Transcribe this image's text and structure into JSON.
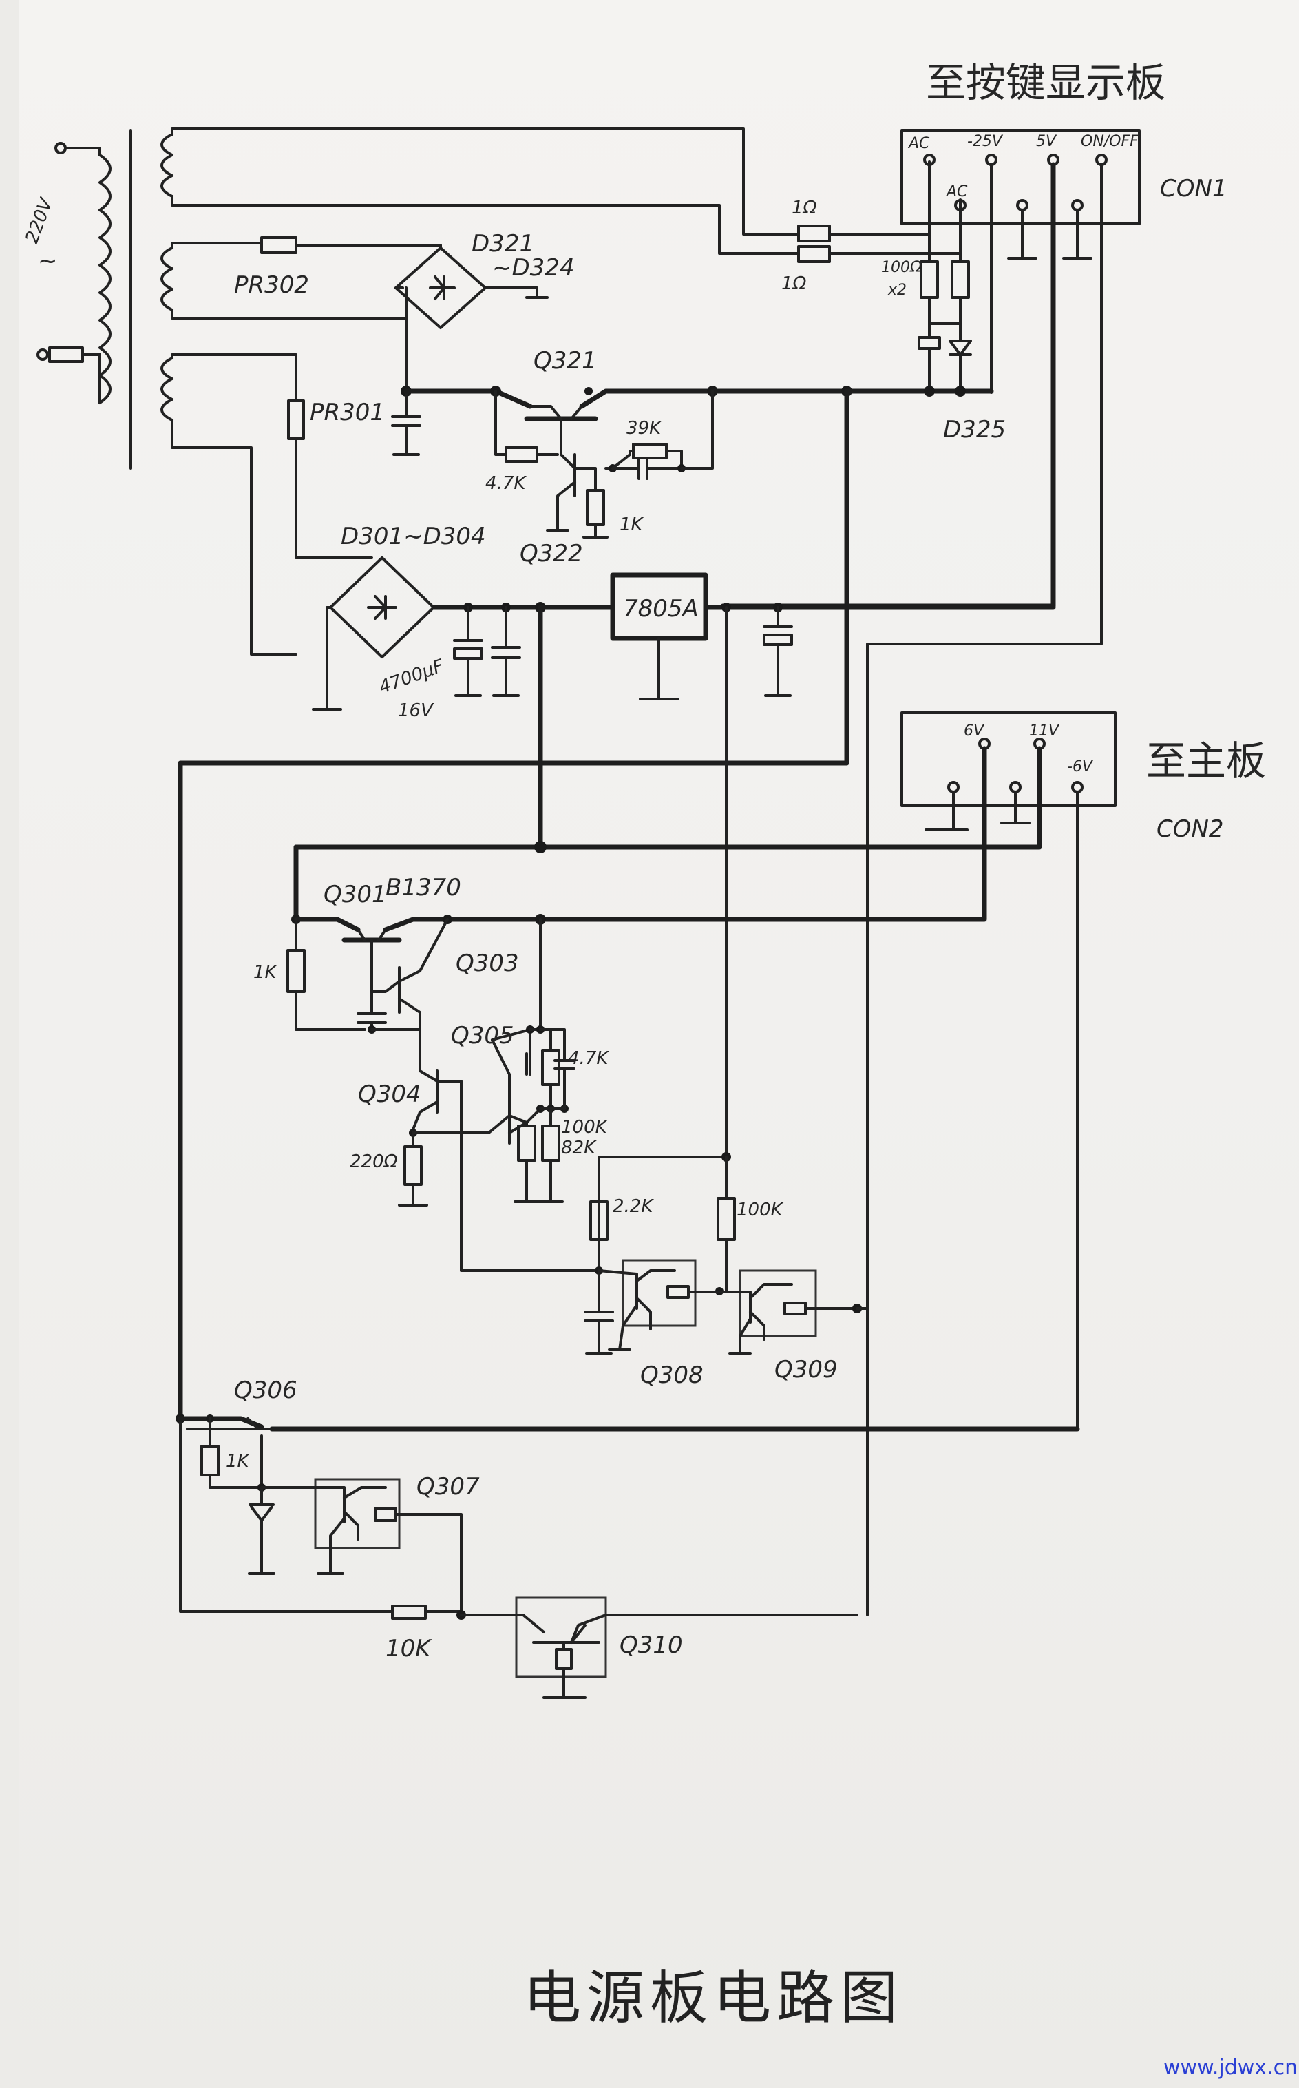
{
  "title": "电源板电路图",
  "watermark": "www.jdwx.cn",
  "connectors": {
    "con1": {
      "name": "CON1",
      "dest": "至按键显示板",
      "pins": [
        "AC",
        "-25V",
        "5V",
        "ON/OFF"
      ],
      "sub_pin": "AC"
    },
    "con2": {
      "name": "CON2",
      "dest": "至主板",
      "pins": [
        "6V",
        "11V",
        "-6V"
      ]
    }
  },
  "input": {
    "voltage": "220V",
    "symbol": "~"
  },
  "labels": {
    "pr302": "PR302",
    "pr301": "PR301",
    "d321": "D321",
    "d324": "~D324",
    "d301": "D301~D304",
    "d325": "D325",
    "q321": "Q321",
    "q322": "Q322",
    "r_4k7_a": "4.7K",
    "r_39k": "39K",
    "r_1k_a": "1K",
    "fuse_1": "1Ω",
    "fuse_2": "1Ω",
    "r_100": "100Ω",
    "r_100_x2": "x2",
    "reg": "7805A",
    "cap_main_1": "4700μF",
    "cap_main_2": "16V",
    "q301": "Q301",
    "b1370": "B1370",
    "q303": "Q303",
    "r_1k_b": "1K",
    "q304": "Q304",
    "q305": "Q305",
    "r_4k7_b": "4.7K",
    "r_100k_a": "100K",
    "r_82k": "82K",
    "r_220": "220Ω",
    "r_2k2": "2.2K",
    "r_100k_b": "100K",
    "q308": "Q308",
    "q309": "Q309",
    "q306": "Q306",
    "r_1k_c": "1K",
    "q307": "Q307",
    "r_10k": "10K",
    "q310": "Q310"
  }
}
